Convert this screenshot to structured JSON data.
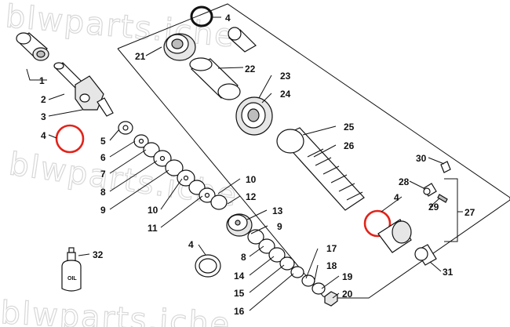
{
  "watermark": {
    "text": "blwparts.iche"
  },
  "oil_bottle": {
    "label": "OIL"
  },
  "callouts": [
    {
      "id": "c1",
      "text": "1"
    },
    {
      "id": "c2",
      "text": "2"
    },
    {
      "id": "c3",
      "text": "3"
    },
    {
      "id": "c4a",
      "text": "4"
    },
    {
      "id": "c4b",
      "text": "4"
    },
    {
      "id": "c4c",
      "text": "4"
    },
    {
      "id": "c4d",
      "text": "4"
    },
    {
      "id": "c5",
      "text": "5"
    },
    {
      "id": "c6",
      "text": "6"
    },
    {
      "id": "c7",
      "text": "7"
    },
    {
      "id": "c8a",
      "text": "8"
    },
    {
      "id": "c8b",
      "text": "8"
    },
    {
      "id": "c9a",
      "text": "9"
    },
    {
      "id": "c9b",
      "text": "9"
    },
    {
      "id": "c10a",
      "text": "10"
    },
    {
      "id": "c10b",
      "text": "10"
    },
    {
      "id": "c11",
      "text": "11"
    },
    {
      "id": "c12",
      "text": "12"
    },
    {
      "id": "c13",
      "text": "13"
    },
    {
      "id": "c14",
      "text": "14"
    },
    {
      "id": "c15",
      "text": "15"
    },
    {
      "id": "c16",
      "text": "16"
    },
    {
      "id": "c17",
      "text": "17"
    },
    {
      "id": "c18",
      "text": "18"
    },
    {
      "id": "c19",
      "text": "19"
    },
    {
      "id": "c20",
      "text": "20"
    },
    {
      "id": "c21",
      "text": "21"
    },
    {
      "id": "c22",
      "text": "22"
    },
    {
      "id": "c23",
      "text": "23"
    },
    {
      "id": "c24",
      "text": "24"
    },
    {
      "id": "c25",
      "text": "25"
    },
    {
      "id": "c26",
      "text": "26"
    },
    {
      "id": "c27",
      "text": "27"
    },
    {
      "id": "c28",
      "text": "28"
    },
    {
      "id": "c29",
      "text": "29"
    },
    {
      "id": "c30",
      "text": "30"
    },
    {
      "id": "c31",
      "text": "31"
    },
    {
      "id": "c32",
      "text": "32"
    }
  ],
  "colors": {
    "line": "#111111",
    "oring_highlight": "#e2231a",
    "watermark": "#d8d8d8"
  }
}
